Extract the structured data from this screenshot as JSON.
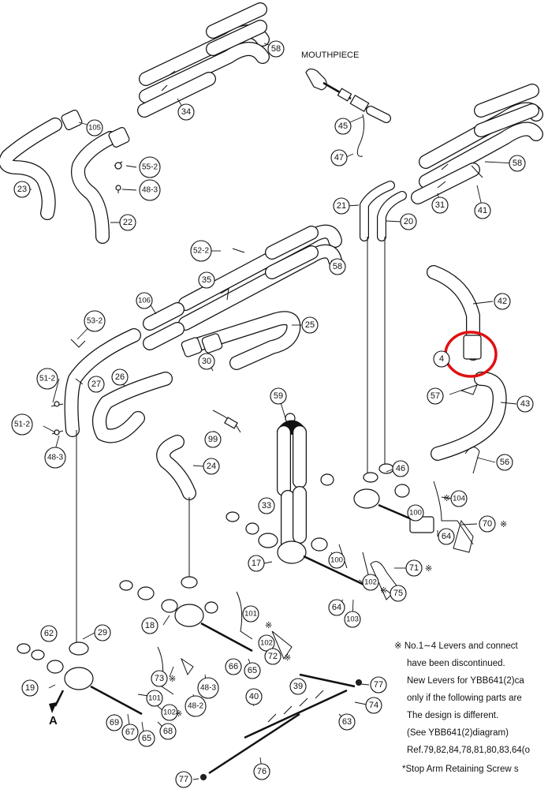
{
  "labels": {
    "mouthpiece": "MOUTHPIECE",
    "arrow_a": "A"
  },
  "callouts": {
    "c58a": "58",
    "c34": "34",
    "c105": "105",
    "c55_2": "55-2",
    "c48_3a": "48-3",
    "c23": "23",
    "c22": "22",
    "c45": "45",
    "c47": "47",
    "c58b": "58",
    "c21": "21",
    "c20": "20",
    "c31": "31",
    "c41": "41",
    "c52_2": "52-2",
    "c58c": "58",
    "c35": "35",
    "c106": "106",
    "c53_2": "53-2",
    "c25": "25",
    "c42": "42",
    "c4": "4",
    "c51_2a": "51-2",
    "c27": "27",
    "c26": "26",
    "c30": "30",
    "c57": "57",
    "c43": "43",
    "c51_2b": "51-2",
    "c48_3b": "48-3",
    "c59": "59",
    "c99": "99",
    "c24": "24",
    "c56": "56",
    "c46": "46",
    "c104": "104",
    "c33": "33",
    "c100a": "100",
    "c70": "70",
    "c17": "17",
    "c100b": "100",
    "c71": "71",
    "c102a": "102",
    "c75": "75",
    "c64a": "64",
    "c64b": "64",
    "c103": "103",
    "c101a": "101",
    "c18": "18",
    "c62": "62",
    "c29": "29",
    "c102b": "102",
    "c72": "72",
    "c66": "66",
    "c65a": "65",
    "c73": "73",
    "c48_3c": "48-3",
    "c48_2": "48-2",
    "c19": "19",
    "c101b": "101",
    "c102c": "102",
    "c69": "69",
    "c67": "67",
    "c65b": "65",
    "c68": "68",
    "c40": "40",
    "c39": "39",
    "c77a": "77",
    "c74": "74",
    "c63": "63",
    "c76": "76",
    "c77b": "77"
  },
  "marks": {
    "ref_mark": "※"
  },
  "note": {
    "line1": "※ No.1∼4  Levers and connect",
    "line2": "have been discontinued.",
    "line3": "New Levers for YBB641(2)ca",
    "line4": "only if the following parts are",
    "line5": "The design is different.",
    "line6": "(See YBB641(2)diagram)",
    "line7": "Ref.79,82,84,78,81,80,83,64(o",
    "line8": "*Stop Arm Retaining Screw s"
  },
  "highlight_color": "#e01010"
}
